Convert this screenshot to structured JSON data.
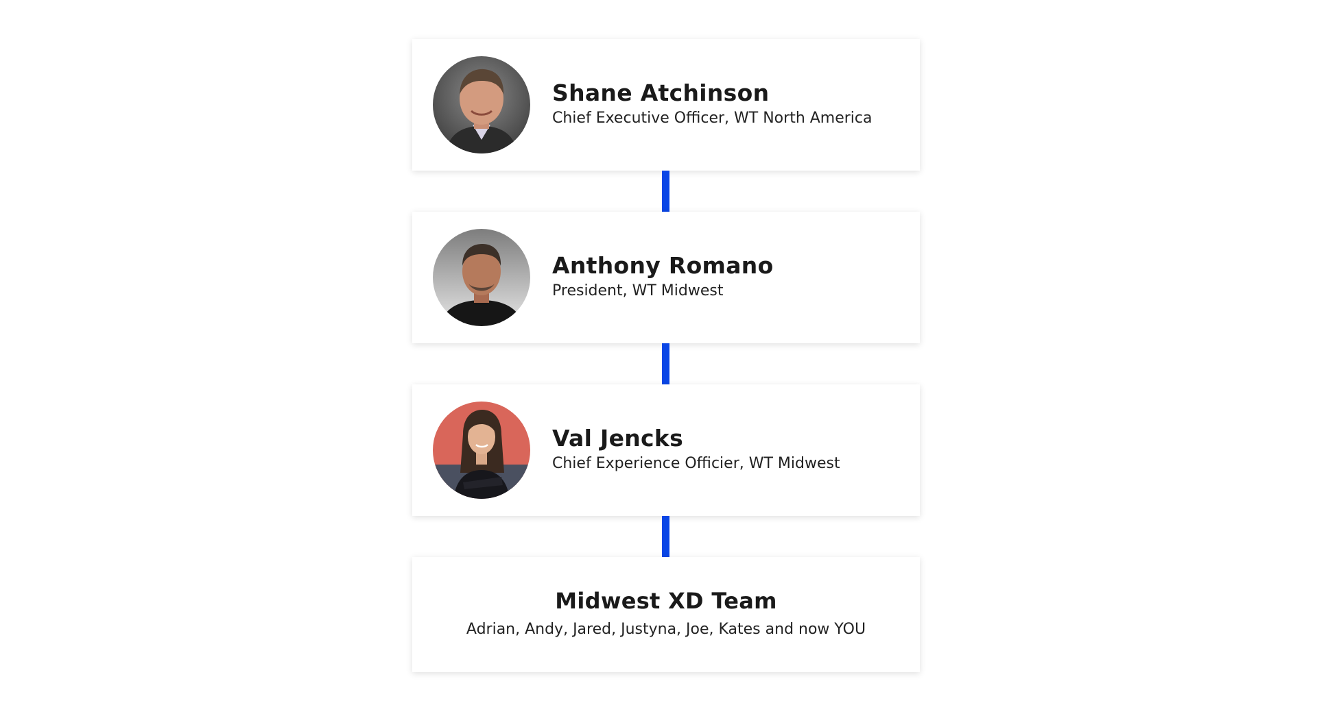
{
  "colors": {
    "connector": "#0a46e6",
    "card_background": "#ffffff"
  },
  "chain": [
    {
      "name": "Shane Atchinson",
      "title": "Chief Executive Officer, WT North America",
      "avatar_icon": "person-photo"
    },
    {
      "name": "Anthony Romano",
      "title": "President, WT Midwest",
      "avatar_icon": "person-photo"
    },
    {
      "name": "Val Jencks",
      "title": "Chief Experience Officier, WT Midwest",
      "avatar_icon": "person-photo"
    }
  ],
  "team": {
    "name": "Midwest XD Team",
    "members": "Adrian, Andy, Jared, Justyna, Joe, Kates and now YOU"
  }
}
